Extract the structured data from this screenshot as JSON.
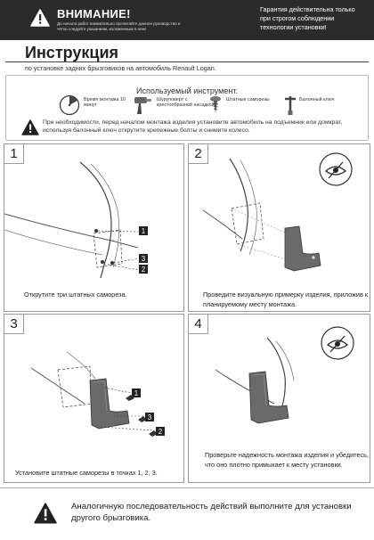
{
  "header": {
    "warning_title": "ВНИМАНИЕ!",
    "warning_sub": "До начала работ внимательно прочитайте данное руководство и четко следуйте указаниям, изложенным в нем!",
    "warranty": "Гарантия действительна только при строгом соблюдении технологии установки!"
  },
  "title": "Инструкция",
  "subtitle": "по установке задних брызговиков на автомобиль Renault Logan.",
  "tools": {
    "heading": "Используемый инструмент.",
    "items": [
      {
        "label": "Время монтажа 10 минут",
        "icon": "clock-icon"
      },
      {
        "label": "Шуруповерт с крестообразной насадкой",
        "icon": "screwdriver-icon"
      },
      {
        "label": "Штатные саморезы",
        "icon": "screw-icon"
      },
      {
        "label": "Балонный ключ",
        "icon": "wheel-wrench-icon"
      }
    ]
  },
  "notice": "При необходимости, перед началом монтажа изделия установите автомобиль  на подъемник или домкрат,  используя балонный ключ открутите крепежные болты и снимите колесо.",
  "steps": [
    {
      "num": "1",
      "caption": "Открутите три штатных самореза.",
      "markers": [
        "1",
        "2",
        "3"
      ]
    },
    {
      "num": "2",
      "caption": "Проведите визуальную примерку изделия, приложив к планируемому месту монтажа."
    },
    {
      "num": "3",
      "caption": "Установите штатные саморезы в точках 1, 2, 3.",
      "markers": [
        "1",
        "2",
        "3"
      ]
    },
    {
      "num": "4",
      "caption": "Проверьте надежность монтажа изделия и убедитесь, что оно плотно примыкает к месту установки."
    }
  ],
  "footer": "Аналогичную последовательность действий выполните для установки другого брызговика.",
  "colors": {
    "header_bg": "#2b2b2b",
    "flap": "#6a6a6a",
    "border": "#9a9a9a"
  }
}
